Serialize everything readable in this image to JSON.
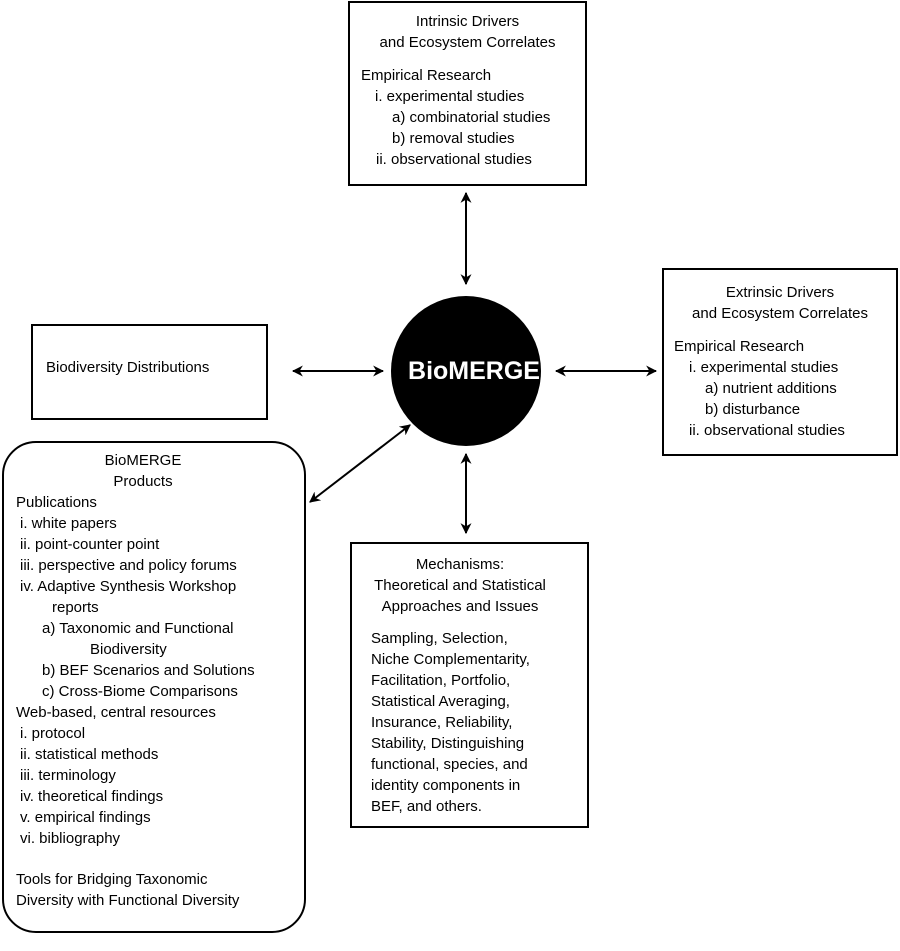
{
  "center": {
    "label": "BioMERGE"
  },
  "intrinsic": {
    "title1": "Intrinsic Drivers",
    "title2": "and Ecosystem Correlates",
    "heading": "Empirical Research",
    "lines": [
      "i.  experimental studies",
      "a) combinatorial studies",
      "b) removal studies",
      "ii.  observational studies"
    ]
  },
  "extrinsic": {
    "title1": "Extrinsic Drivers",
    "title2": "and Ecosystem Correlates",
    "heading": "Empirical Research",
    "lines": [
      "i.  experimental studies",
      "a) nutrient additions",
      "b) disturbance",
      "ii.  observational studies"
    ]
  },
  "distributions": {
    "label": "Biodiversity Distributions"
  },
  "mechanisms": {
    "title1": "Mechanisms:",
    "title2": "Theoretical and Statistical",
    "title3": "Approaches and Issues",
    "lines": [
      "Sampling, Selection,",
      "Niche Complementarity,",
      "Facilitation, Portfolio,",
      "Statistical Averaging,",
      "Insurance, Reliability,",
      "Stability, Distinguishing",
      "functional, species, and",
      "identity components in",
      "BEF, and others."
    ]
  },
  "products": {
    "title1": "BioMERGE",
    "title2": "Products",
    "lines": [
      "Publications",
      "i.  white papers",
      "ii.  point-counter point",
      "iii.  perspective and policy forums",
      "iv.  Adaptive Synthesis Workshop",
      "reports",
      "a) Taxonomic and Functional",
      "Biodiversity",
      "b) BEF Scenarios and Solutions",
      "c) Cross-Biome Comparisons",
      "Web-based, central resources",
      "i.  protocol",
      "ii.  statistical methods",
      "iii.  terminology",
      "iv.  theoretical findings",
      "v.  empirical findings",
      "vi.  bibliography",
      "Tools for Bridging Taxonomic",
      "Diversity with Functional Diversity"
    ]
  }
}
